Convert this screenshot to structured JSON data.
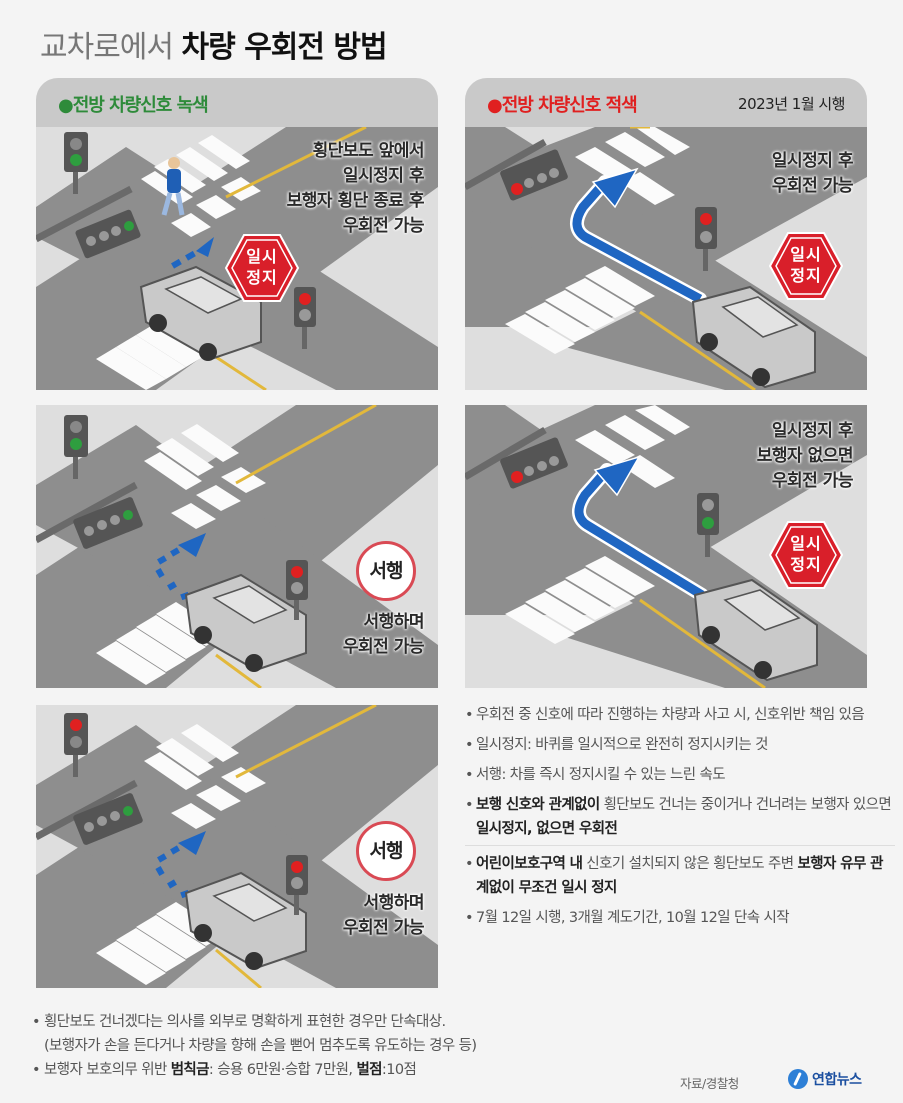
{
  "title": {
    "light": "교차로에서",
    "bold": "차량 우회전 방법"
  },
  "colors": {
    "green_signal": "#2e8b3a",
    "red_signal": "#e02020",
    "stop_sign": "#d91f2a",
    "arrow_blue": "#1f66c2",
    "road_dark": "#8e8e8e",
    "road_light": "#c6c6c6",
    "panel_bg": "#dedede",
    "header_bg": "#c9c9c9",
    "center_line": "#e2b83b"
  },
  "left_column": {
    "header_dot": "●",
    "header": "전방 차량신호 녹색",
    "panels": [
      {
        "caption_lines": [
          "횡단보도 앞에서",
          "일시정지 후",
          "보행자 횡단 종료 후",
          "우회전 가능"
        ],
        "sign_type": "stop",
        "sign_lines": [
          "일시",
          "정지"
        ],
        "pedestrian_signal": "green",
        "right_signal": "red",
        "arrow_style": "dashed",
        "pedestrian": true
      },
      {
        "caption_lines": [
          "서행하며",
          "우회전 가능"
        ],
        "sign_type": "slow",
        "sign_text": "서행",
        "pedestrian_signal": "green",
        "right_signal": "red",
        "arrow_style": "dashed"
      },
      {
        "caption_lines": [
          "서행하며",
          "우회전 가능"
        ],
        "sign_type": "slow",
        "sign_text": "서행",
        "pedestrian_signal": "red",
        "right_signal": "red",
        "arrow_style": "dashed"
      }
    ]
  },
  "right_column": {
    "header_dot": "●",
    "header": "전방 차량신호 적색",
    "note": "2023년 1월 시행",
    "panels": [
      {
        "caption_lines": [
          "일시정지 후",
          "우회전 가능"
        ],
        "sign_type": "stop",
        "sign_lines": [
          "일시",
          "정지"
        ],
        "right_signal": "red",
        "arrow_style": "solid"
      },
      {
        "caption_lines": [
          "일시정지 후",
          "보행자 없으면",
          "우회전 가능"
        ],
        "sign_type": "stop",
        "sign_lines": [
          "일시",
          "정지"
        ],
        "right_signal": "green",
        "arrow_style": "solid"
      }
    ]
  },
  "notes": [
    {
      "parts": [
        {
          "t": "우회전 중 신호에 따라 진행하는 차량과 사고 시, 신호위반 책임 있음",
          "b": false
        }
      ]
    },
    {
      "parts": [
        {
          "t": "일시정지: 바퀴를 일시적으로 완전히 정지시키는 것",
          "b": false
        }
      ]
    },
    {
      "parts": [
        {
          "t": "서행: 차를 즉시 정지시킬 수 있는 느린 속도",
          "b": false
        }
      ]
    },
    {
      "parts": [
        {
          "t": "보행 신호와 관계없이",
          "b": true
        },
        {
          "t": " 횡단보도 건너는 중이거나 건너려는 보행자 있으면 ",
          "b": false
        },
        {
          "t": "일시정지, 없으면 우회전",
          "b": true
        }
      ]
    },
    {
      "parts": [
        {
          "t": "어린이보호구역 내",
          "b": true
        },
        {
          "t": " 신호기 설치되지 않은 횡단보도 주변 ",
          "b": false
        },
        {
          "t": "보행자 유무 관계없이 무조건 일시 정지",
          "b": true
        }
      ]
    },
    {
      "parts": [
        {
          "t": "7월 12일 시행, 3개월 계도기간, 10월 12일 단속 시작",
          "b": false
        }
      ]
    }
  ],
  "footer": {
    "line1": "횡단보도 건너겠다는 의사를 외부로 명확하게 표현한 경우만 단속대상.",
    "line1_cont": "(보행자가 손을 든다거나 차량을 향해 손을 뻗어 멈추도록 유도하는 경우 등)",
    "line2_a": "보행자 보호의무 위반 ",
    "line2_b": "범칙금",
    "line2_c": ": 승용 6만원·승합 7만원, ",
    "line2_d": "벌점",
    "line2_e": ":10점"
  },
  "source": "자료/경찰청",
  "brand": "연합뉴스"
}
